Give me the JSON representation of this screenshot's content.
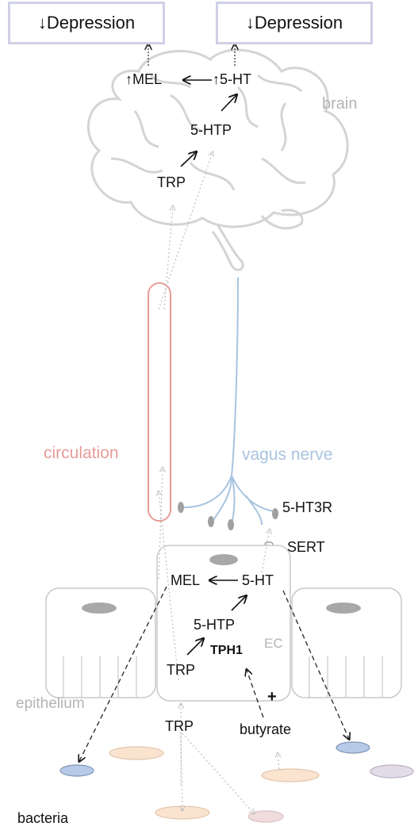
{
  "top_boxes": [
    "↓Depression",
    "↓Depression"
  ],
  "brain": {
    "label": "brain",
    "mel": "↑MEL",
    "ht": "↑5-HT",
    "htp": "5-HTP",
    "trp": "TRP"
  },
  "labels": {
    "circulation": "circulation",
    "vagus_nerve": "vagus nerve",
    "receptor": "5-HT3R",
    "transporter": "SERT",
    "epithelium": "epithelium",
    "bacteria": "bacteria"
  },
  "ec_cell": {
    "mel": "MEL",
    "ht": "5-HT",
    "htp": "5-HTP",
    "enzyme": "TPH1",
    "trp": "TRP",
    "label": "EC"
  },
  "lumen": {
    "trp": "TRP",
    "butyrate": "butyrate",
    "plus": "+"
  },
  "colors": {
    "circulation": "#e79c98",
    "vagus": "#a9c3e0",
    "outline": "#c8c8c8",
    "box_border": "#cfcfe6",
    "bacteria_peach": "#fae3cf",
    "bacteria_blue": "#b7cbe8",
    "bacteria_lilac": "#e2dbe8",
    "bacteria_pink": "#f0dcdc"
  }
}
